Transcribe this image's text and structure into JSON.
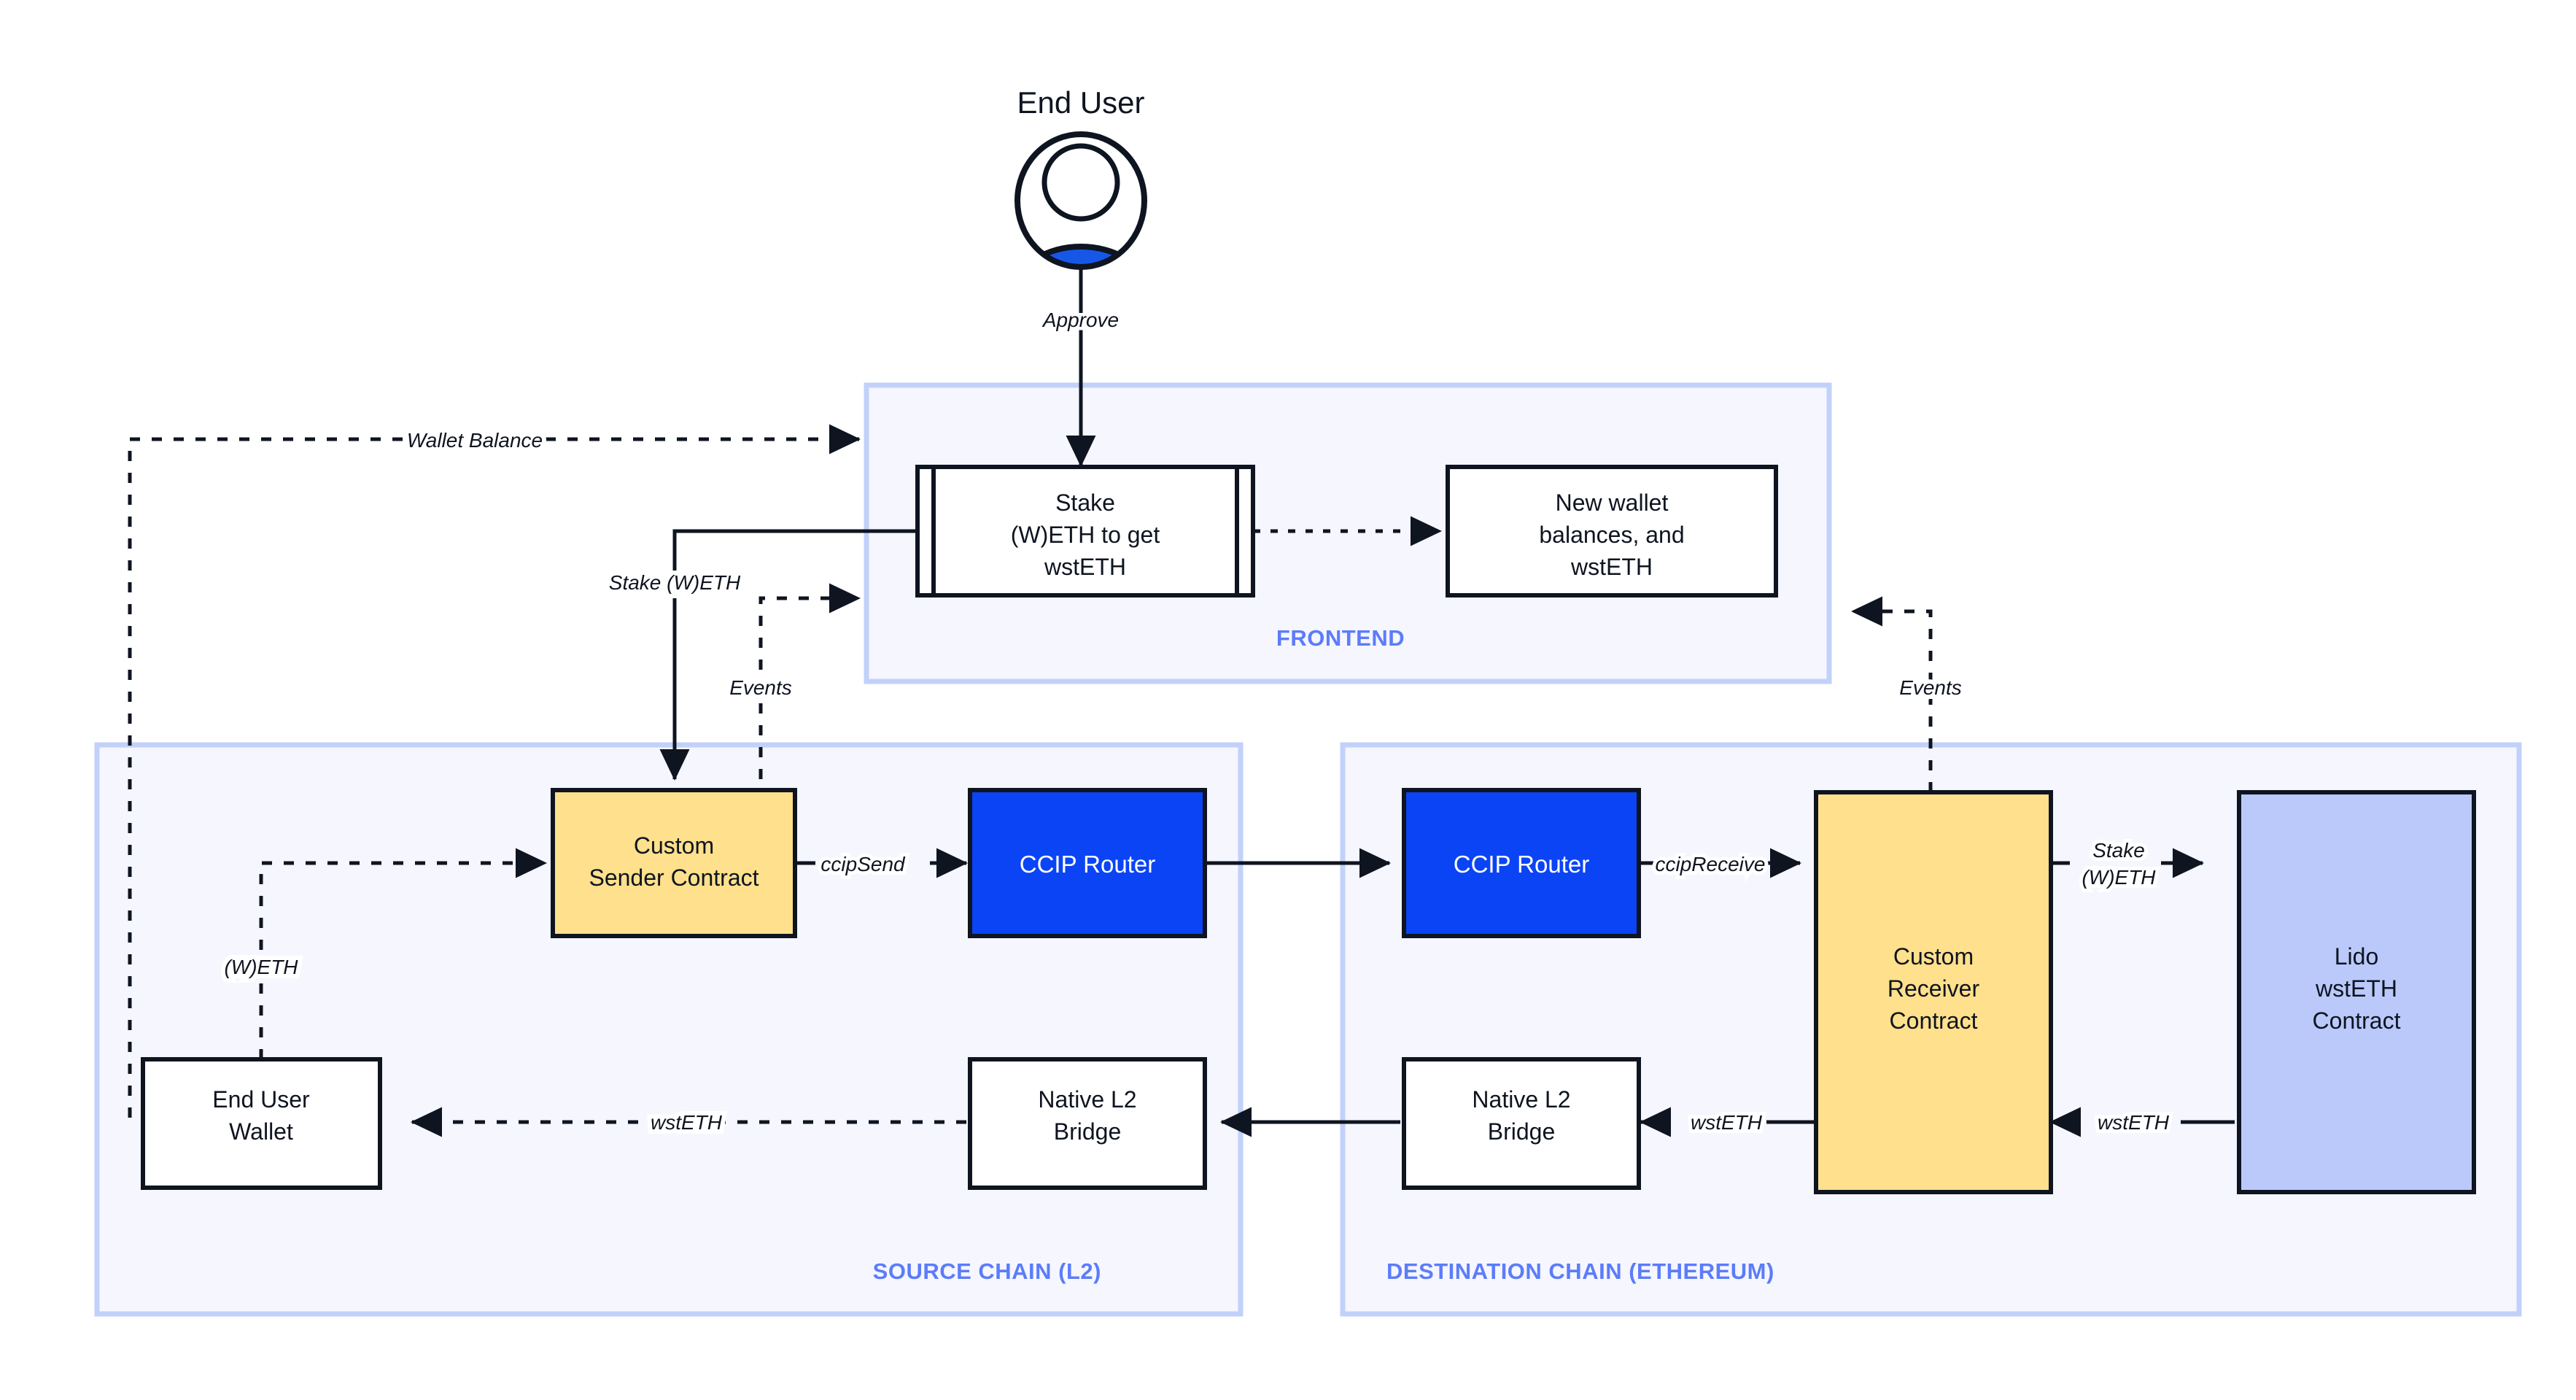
{
  "diagram": {
    "title": "CCIP cross-chain wstETH staking architecture",
    "colors": {
      "ccip_router_blue": "#0B44F5",
      "custom_contract_yellow": "#FFE08C",
      "lido_contract_lavender": "#BAC9FA",
      "section_background": "#F5F6FE",
      "section_border": "#C2D1FA",
      "section_label": "#5C7CFA",
      "stroke_dark": "#0E1420",
      "box_white": "#FFFFFF",
      "user_body_blue": "#1757E8"
    },
    "actor": {
      "label": "End User",
      "icon": "user-avatar-icon"
    },
    "sections": [
      {
        "id": "frontend",
        "label": "FRONTEND"
      },
      {
        "id": "source",
        "label": "SOURCE CHAIN (L2)"
      },
      {
        "id": "destination",
        "label": "DESTINATION CHAIN (ETHEREUM)"
      }
    ],
    "nodes": [
      {
        "id": "stake-form",
        "label": "Stake\n(W)ETH to get\nwstETH",
        "shape": "predefined-process",
        "fill": "#FFFFFF",
        "section": "frontend"
      },
      {
        "id": "new-balances",
        "label": "New wallet\nbalances, and\nwstETH",
        "shape": "rect",
        "fill": "#FFFFFF",
        "section": "frontend"
      },
      {
        "id": "custom-sender",
        "label": "Custom\nSender Contract",
        "shape": "rect",
        "fill": "#FFE08C",
        "section": "source"
      },
      {
        "id": "ccip-router-src",
        "label": "CCIP Router",
        "shape": "rect",
        "fill": "#0B44F5",
        "section": "source"
      },
      {
        "id": "end-user-wallet",
        "label": "End User\nWallet",
        "shape": "rect",
        "fill": "#FFFFFF",
        "section": "source"
      },
      {
        "id": "native-bridge-src",
        "label": "Native L2\nBridge",
        "shape": "rect",
        "fill": "#FFFFFF",
        "section": "source"
      },
      {
        "id": "ccip-router-dst",
        "label": "CCIP Router",
        "shape": "rect",
        "fill": "#0B44F5",
        "section": "destination"
      },
      {
        "id": "custom-receiver",
        "label": "Custom\nReceiver\nContract",
        "shape": "rect",
        "fill": "#FFE08C",
        "section": "destination"
      },
      {
        "id": "native-bridge-dst",
        "label": "Native L2\nBridge",
        "shape": "rect",
        "fill": "#FFFFFF",
        "section": "destination"
      },
      {
        "id": "lido-wsteth",
        "label": "Lido\nwstETH\nContract",
        "shape": "rect",
        "fill": "#BAC9FA",
        "section": "destination"
      }
    ],
    "edges": [
      {
        "id": "e-approve",
        "label": "Approve",
        "style": "solid",
        "from": "end-user",
        "to": "stake-form"
      },
      {
        "id": "e-wallet-bal",
        "label": "Wallet Balance",
        "style": "dashed",
        "from": "end-user-wallet",
        "to": "frontend"
      },
      {
        "id": "e-stake-weth",
        "label": "Stake (W)ETH",
        "style": "solid",
        "from": "stake-form",
        "to": "custom-sender"
      },
      {
        "id": "e-events-src",
        "label": "Events",
        "style": "dashed",
        "from": "custom-sender",
        "to": "frontend"
      },
      {
        "id": "e-new-bal",
        "label": "",
        "style": "dashed",
        "from": "stake-form",
        "to": "new-balances"
      },
      {
        "id": "e-weth",
        "label": "(W)ETH",
        "style": "dashed",
        "from": "end-user-wallet",
        "to": "custom-sender"
      },
      {
        "id": "e-ccipsend",
        "label": "ccipSend",
        "style": "solid",
        "from": "custom-sender",
        "to": "ccip-router-src"
      },
      {
        "id": "e-crosschain",
        "label": "",
        "style": "solid",
        "from": "ccip-router-src",
        "to": "ccip-router-dst"
      },
      {
        "id": "e-ccipreceive",
        "label": "ccipReceive",
        "style": "solid",
        "from": "ccip-router-dst",
        "to": "custom-receiver"
      },
      {
        "id": "e-stake-weth-2",
        "label": "Stake\n(W)ETH",
        "style": "solid",
        "from": "custom-receiver",
        "to": "lido-wsteth"
      },
      {
        "id": "e-wsteth-lido",
        "label": "wstETH",
        "style": "solid",
        "from": "lido-wsteth",
        "to": "custom-receiver"
      },
      {
        "id": "e-wsteth-bridge",
        "label": "wstETH",
        "style": "solid",
        "from": "custom-receiver",
        "to": "native-bridge-dst"
      },
      {
        "id": "e-bridge-bridge",
        "label": "",
        "style": "solid",
        "from": "native-bridge-dst",
        "to": "native-bridge-src"
      },
      {
        "id": "e-wsteth-wallet",
        "label": "wstETH",
        "style": "dashed",
        "from": "native-bridge-src",
        "to": "end-user-wallet"
      },
      {
        "id": "e-events-dst",
        "label": "Events",
        "style": "dashed",
        "from": "custom-receiver",
        "to": "new-balances"
      }
    ],
    "labels": {
      "approve": "Approve",
      "wallet_balance": "Wallet Balance",
      "stake_weth": "Stake (W)ETH",
      "events_src": "Events",
      "events_dst": "Events",
      "weth": "(W)ETH",
      "ccip_send": "ccipSend",
      "ccip_receive": "ccipReceive",
      "stake_weth_2_line1": "Stake",
      "stake_weth_2_line2": "(W)ETH",
      "wsteth_lido": "wstETH",
      "wsteth_bridge": "wstETH",
      "wsteth_wallet": "wstETH"
    },
    "node_text": {
      "stake_form_l1": "Stake",
      "stake_form_l2": "(W)ETH to get",
      "stake_form_l3": "wstETH",
      "new_balances_l1": "New wallet",
      "new_balances_l2": "balances, and",
      "new_balances_l3": "wstETH",
      "custom_sender_l1": "Custom",
      "custom_sender_l2": "Sender Contract",
      "ccip_router_src": "CCIP Router",
      "ccip_router_dst": "CCIP Router",
      "end_user_wallet_l1": "End User",
      "end_user_wallet_l2": "Wallet",
      "native_bridge_src_l1": "Native L2",
      "native_bridge_src_l2": "Bridge",
      "native_bridge_dst_l1": "Native L2",
      "native_bridge_dst_l2": "Bridge",
      "custom_receiver_l1": "Custom",
      "custom_receiver_l2": "Receiver",
      "custom_receiver_l3": "Contract",
      "lido_l1": "Lido",
      "lido_l2": "wstETH",
      "lido_l3": "Contract"
    }
  }
}
